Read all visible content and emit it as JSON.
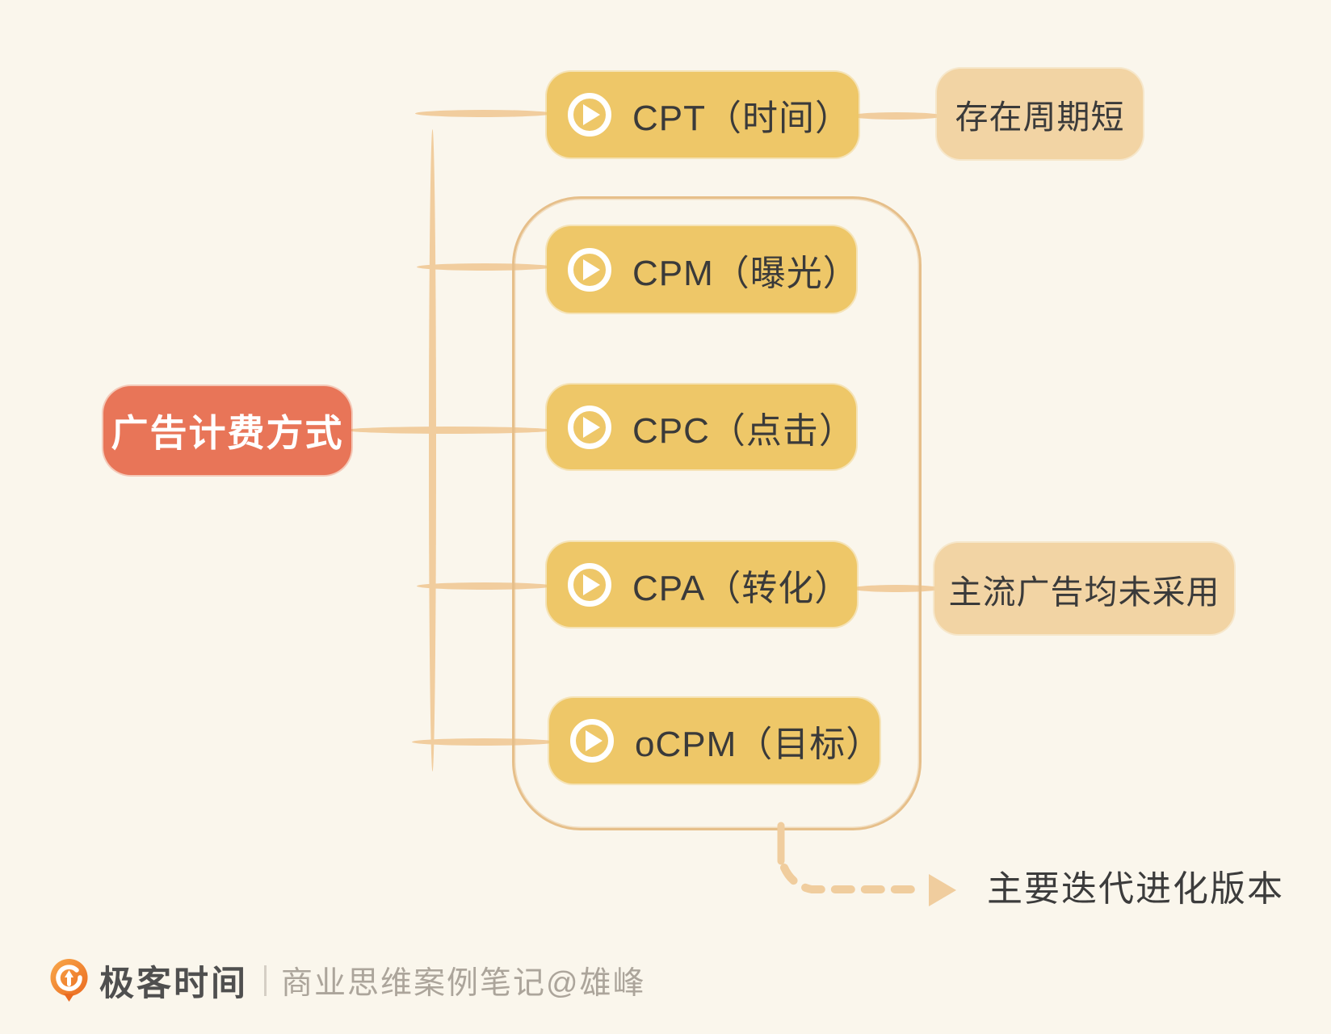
{
  "root": {
    "label": "广告计费方式"
  },
  "nodes": [
    {
      "id": "cpt",
      "label": "CPT（时间）",
      "icon": "play-icon"
    },
    {
      "id": "cpm",
      "label": "CPM（曝光）",
      "icon": "play-icon"
    },
    {
      "id": "cpc",
      "label": "CPC（点击）",
      "icon": "play-icon"
    },
    {
      "id": "cpa",
      "label": "CPA（转化）",
      "icon": "play-icon"
    },
    {
      "id": "ocpm",
      "label": "oCPM（目标）",
      "icon": "play-icon"
    }
  ],
  "annotations": [
    {
      "target": "cpt",
      "label": "存在周期短"
    },
    {
      "target": "cpa",
      "label": "主流广告均未采用"
    }
  ],
  "group_note": {
    "label": "主要迭代进化版本"
  },
  "footer": {
    "brand": "极客时间",
    "credit": "商业思维案例笔记@雄峰",
    "logo": "geektime-logo"
  },
  "colors": {
    "background": "#FAF6EC",
    "root_fill": "#E87558",
    "root_text": "#FFFFFF",
    "node_fill": "#EEC768",
    "node_text": "#3A3A3A",
    "annotation_fill": "#F2D4A4",
    "connector": "#F1CD9E",
    "group_border": "#E6BF8A",
    "arrow": "#F0CD9E",
    "footer_brand_text": "#4F4F4F",
    "footer_credit_text": "#ACA59B",
    "logo_orange_light": "#F9A94B",
    "logo_orange_dark": "#EA6A20"
  }
}
